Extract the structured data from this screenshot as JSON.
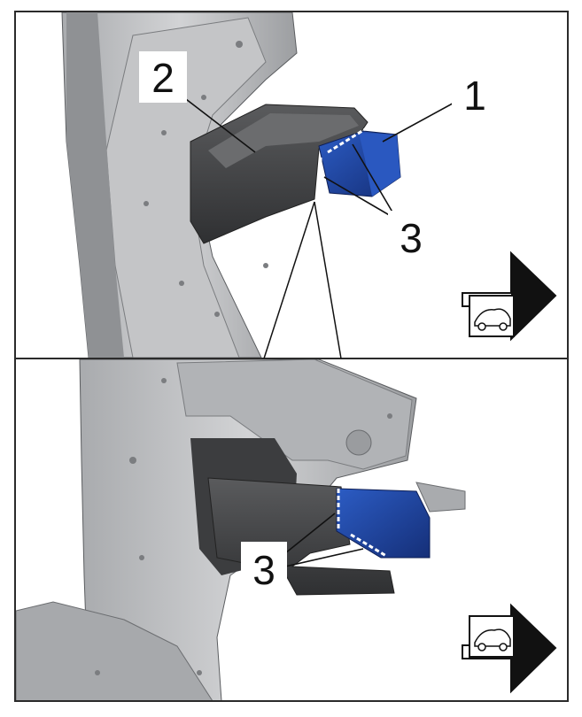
{
  "figure": {
    "top_panel": {
      "callouts": [
        {
          "label": "1"
        },
        {
          "label": "2"
        },
        {
          "label": "3"
        }
      ]
    },
    "bottom_panel": {
      "callouts": [
        {
          "label": "3"
        }
      ]
    },
    "icons": [
      "vehicle-direction-arrow-icon",
      "vehicle-direction-arrow-icon"
    ],
    "colors": {
      "frame": "#2b2b2b",
      "body_panel": "#bfc0c2",
      "body_panel_shadow": "#8d8f92",
      "bracket_dark": "#4a4b4d",
      "highlight_part": "#1f4aa8",
      "background": "#ffffff"
    }
  }
}
